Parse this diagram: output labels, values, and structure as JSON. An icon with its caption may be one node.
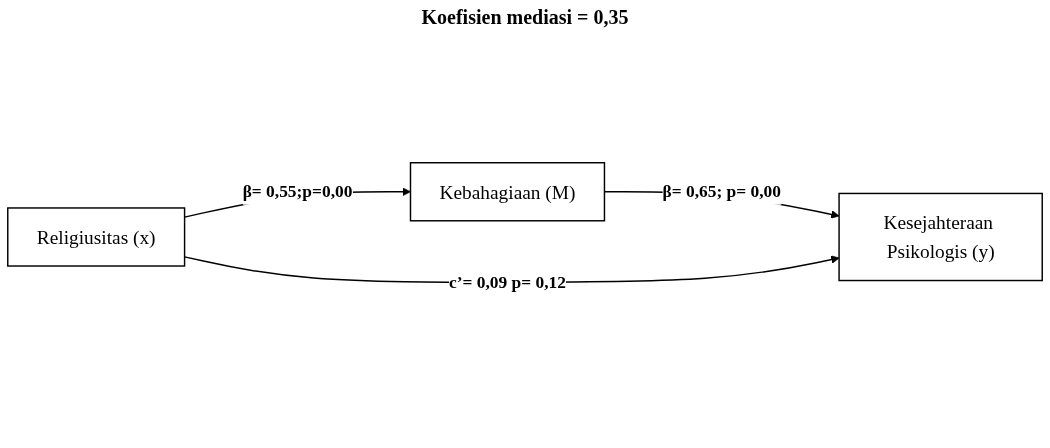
{
  "diagram": {
    "title": "Koefisien mediasi = 0,35",
    "nodes": [
      {
        "text": [
          "Kebahagiaan (M)"
        ]
      },
      {
        "text": [
          "Religiusitas (x)"
        ]
      },
      {
        "text": [
          "Kesejahteraan Psikologis (y)"
        ]
      }
    ],
    "edges": [
      {
        "from": 1,
        "to": 0,
        "arrow": "to",
        "label": "β= 0,55;p=0,00"
      },
      {
        "from": 0,
        "to": 2,
        "arrow": "to",
        "label": "β= 0,65; p= 0,00"
      },
      {
        "from": 1,
        "to": 2,
        "arrow": "to",
        "label": "c’= 0,09 p= 0,12"
      }
    ]
  }
}
